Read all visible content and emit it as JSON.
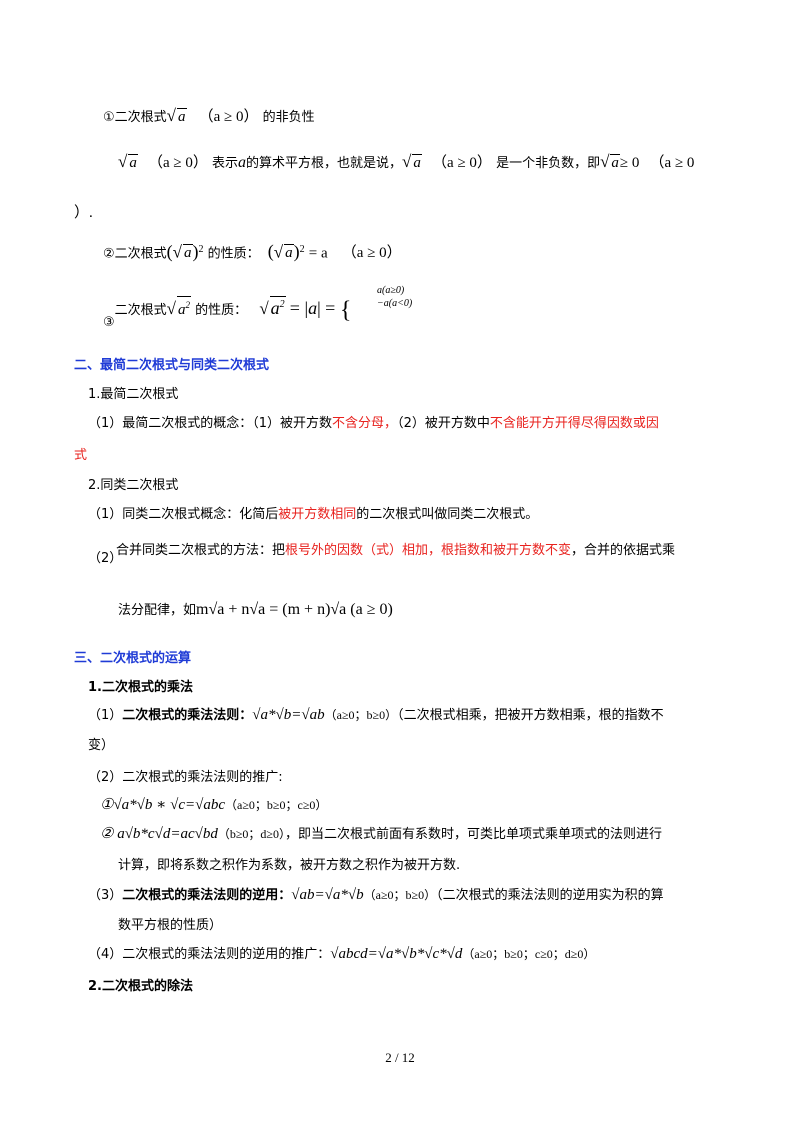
{
  "s1": {
    "circ1": "①二次根式",
    "cond_ge0": "（a ≥ 0）",
    "nonneg_title": "的非负性",
    "explain_pre": "表示",
    "explain_a": "a",
    "explain_mid": "的算术平方根，也就是说，",
    "explain_mid2": "是一个非负数，即",
    "ge0": "≥ 0",
    "cond_open": "（a ≥ 0",
    "cond_close": "）.",
    "circ2": "②二次根式",
    "prop2": "的性质：",
    "eq2": "= a",
    "circ3": "③",
    "circ3_label": "二次根式",
    "prop3": "的性质：",
    "case_pos": "a(a≥0)",
    "case_neg": "−a(a<0)"
  },
  "s2": {
    "heading": "二、最简二次根式与同类二次根式",
    "sub1": "1.最简二次根式",
    "p1_a": "（1）最简二次根式的概念：（1）被开方数",
    "p1_red1": "不含分母，",
    "p1_b": "（2）被开方数中",
    "p1_red2": "不含能开方开得尽得因数或因",
    "p1_red3": "式",
    "sub2": "2.同类二次根式",
    "p2_a": "（1）同类二次根式概念：化简后",
    "p2_red": "被开方数相同",
    "p2_b": "的二次根式叫做同类二次根式。",
    "p3_a": "（2）",
    "p3_b": "合并同类二次根式的方法：把",
    "p3_red": "根号外的因数（式）相加，根指数和被开方数不变",
    "p3_c": "，合并的依据式乘",
    "p4_a": "法分配律，如",
    "p4_formula": "m√a + n√a = (m + n)√a (a ≥ 0)"
  },
  "s3": {
    "heading": "三、二次根式的运算",
    "sub1": "1.二次根式的乘法",
    "r1_a": "（1）",
    "r1_b": "二次根式的乘法法则：",
    "r1_formula": "√a*√b=√ab",
    "r1_cond": "（a≥0；b≥0）",
    "r1_c": "（二次根式相乘，把被开方数相乘，根的指数不",
    "r1_d": "变）",
    "r2": "（2）二次根式的乘法法则的推广:",
    "r2_1": "①√a*√b ∗ √c=√abc",
    "r2_1c": "（a≥0；b≥0；c≥0）",
    "r2_2": "② a√b*c√d=ac√bd",
    "r2_2c": "（b≥0；d≥0）",
    "r2_2d": "，即当二次根式前面有系数时，可类比单项式乘单项式的法则进行",
    "r2_2e": "计算，即将系数之积作为系数，被开方数之积作为被开方数.",
    "r3_a": "（3）",
    "r3_b": "二次根式的乘法法则的逆用：",
    "r3_formula": "√ab=√a*√b",
    "r3_cond": "（a≥0；b≥0）",
    "r3_c": "（二次根式的乘法法则的逆用实为积的算",
    "r3_d": "数平方根的性质）",
    "r4_a": "（4）二次根式的乘法法则的逆用的推广：",
    "r4_formula": "√abcd=√a*√b*√c*√d",
    "r4_cond": "（a≥0；b≥0；c≥0；d≥0）",
    "sub2": "2.二次根式的除法"
  },
  "footer": {
    "page": "2 / 12"
  }
}
